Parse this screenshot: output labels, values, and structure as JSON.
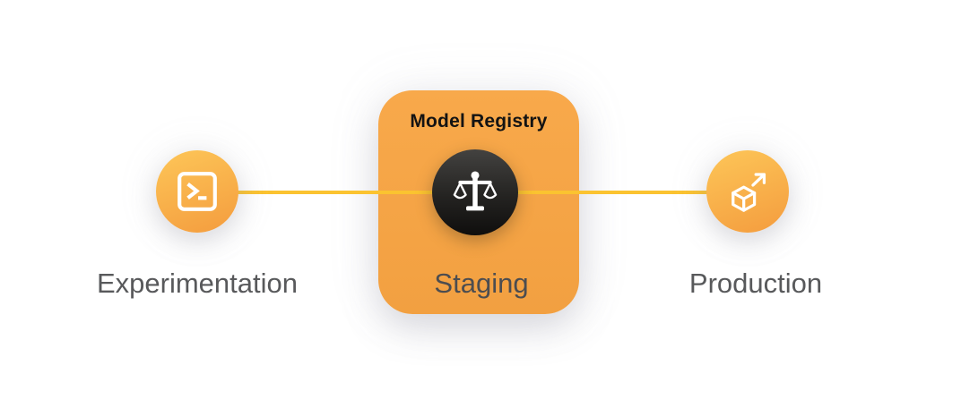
{
  "card": {
    "title": "Model Registry"
  },
  "nodes": {
    "experimentation": {
      "label": "Experimentation",
      "icon": "terminal-icon"
    },
    "staging": {
      "label": "Staging",
      "icon": "balance-scale-icon"
    },
    "production": {
      "label": "Production",
      "icon": "cube-arrow-icon"
    }
  },
  "colors": {
    "card_orange_top": "#F8A94B",
    "card_orange_bottom": "#F2A041",
    "circle_gradient_start": "#FDC658",
    "circle_gradient_end": "#F49C3E",
    "connector_yellow": "#FBC330",
    "badge_dark": "#201F1D",
    "title_text": "#131313",
    "label_gray": "#58595B",
    "staging_label_gray": "#4C4D50",
    "background": "#FFFFFF",
    "icon_white": "#FFFFFF"
  }
}
